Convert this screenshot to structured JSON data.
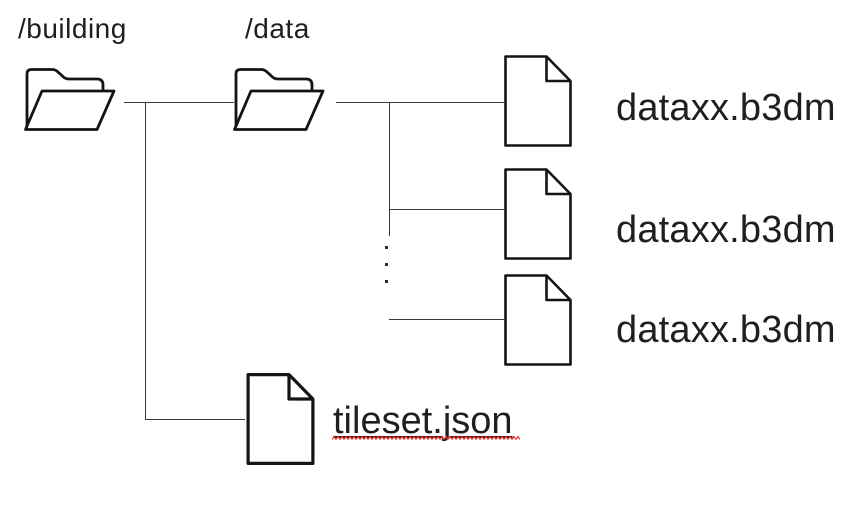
{
  "diagram": {
    "building_folder": {
      "label": "/building",
      "icon": "folder-open-icon"
    },
    "data_folder": {
      "label": "/data",
      "icon": "folder-open-icon"
    },
    "b3dm_files": [
      {
        "label": "dataxx.b3dm",
        "icon": "document-icon"
      },
      {
        "label": "dataxx.b3dm",
        "icon": "document-icon"
      },
      {
        "label": "dataxx.b3dm",
        "icon": "document-icon"
      }
    ],
    "tileset_file": {
      "label": "tileset.json",
      "icon": "document-icon",
      "underline": true,
      "spellcheck_squiggle": true
    },
    "more_files_ellipsis": "⋮"
  },
  "colors": {
    "background": "#ffffff",
    "icon_stroke": "#141414",
    "connector_line": "#3a3a3a",
    "text": "#1f1f1f",
    "underline": "#1c1c1c",
    "squiggle_red": "#e8392e"
  }
}
